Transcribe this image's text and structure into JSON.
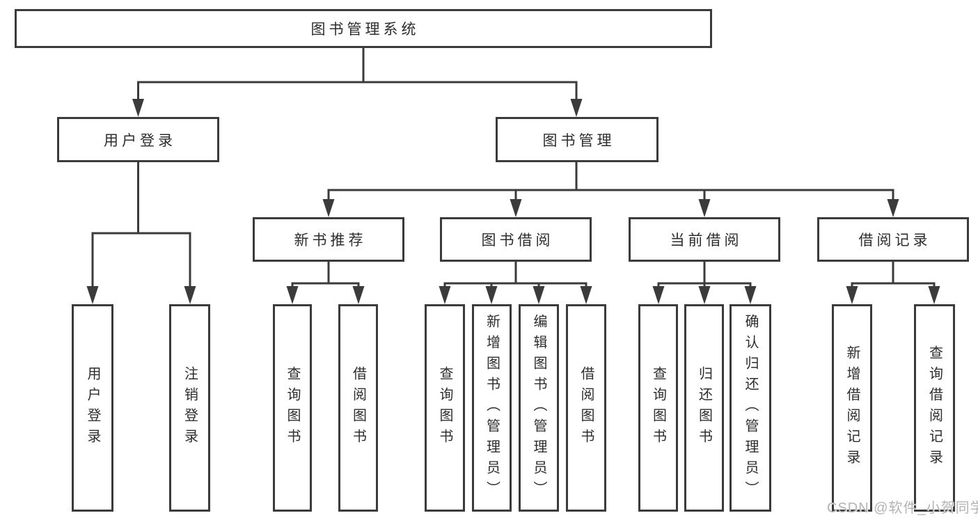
{
  "tree": {
    "label": "图书管理系统",
    "children": [
      {
        "label": "用户登录",
        "children": [
          {
            "label": "用户登录"
          },
          {
            "label": "注销登录"
          }
        ]
      },
      {
        "label": "图书管理",
        "children": [
          {
            "label": "新书推荐",
            "children": [
              {
                "label": "查询图书"
              },
              {
                "label": "借阅图书"
              }
            ]
          },
          {
            "label": "图书借阅",
            "children": [
              {
                "label": "查询图书"
              },
              {
                "label": "新增图书（管理员）"
              },
              {
                "label": "编辑图书（管理员）"
              },
              {
                "label": "借阅图书"
              }
            ]
          },
          {
            "label": "当前借阅",
            "children": [
              {
                "label": "查询图书"
              },
              {
                "label": "归还图书"
              },
              {
                "label": "确认归还（管理员）"
              }
            ]
          },
          {
            "label": "借阅记录",
            "children": [
              {
                "label": "新增借阅记录"
              },
              {
                "label": "查询借阅记录"
              }
            ]
          }
        ]
      }
    ]
  },
  "watermark": {
    "text": "CSDN @软件_小贺同学"
  },
  "colors": {
    "line": "#3b3b3b",
    "text": "#2d2d2d",
    "watermark": "#b3b3b3",
    "background": "#ffffff"
  }
}
